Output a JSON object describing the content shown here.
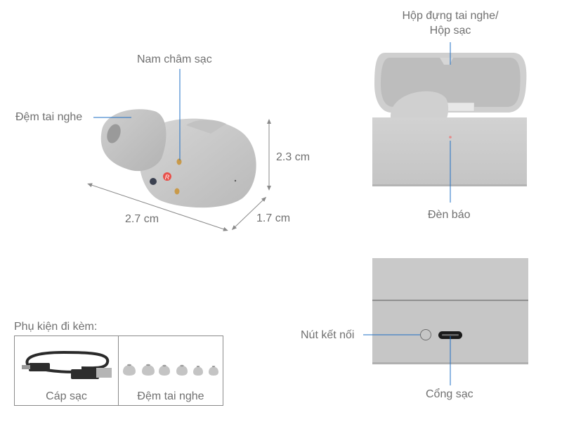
{
  "earbud": {
    "labels": {
      "ear_tip": "Đệm tai nghe",
      "charging_magnet": "Nam châm sạc"
    },
    "dimensions": {
      "length": "2.7 cm",
      "depth": "1.7 cm",
      "height": "2.3 cm"
    },
    "side_marker": "R"
  },
  "case_open": {
    "label_line1": "Hộp đựng tai nghe/",
    "label_line2": "Hộp sạc",
    "indicator_label": "Đèn báo"
  },
  "case_back": {
    "pair_button_label": "Nút kết nối",
    "charge_port_label": "Cổng sạc"
  },
  "accessories": {
    "title": "Phụ kiện đi kèm:",
    "items": [
      {
        "label": "Cáp sạc"
      },
      {
        "label": "Đệm tai nghe",
        "count": 6
      }
    ]
  },
  "colors": {
    "leader_line": "#1f6fc4",
    "dimension_line": "#8a8a8a",
    "product_grey": "#c9c9c9",
    "indicator_led": "#e58a8a",
    "side_marker": "#e8504a"
  }
}
